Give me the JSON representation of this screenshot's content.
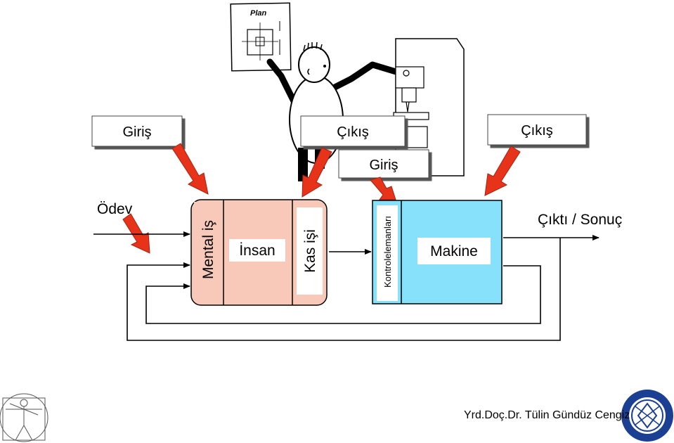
{
  "labels": {
    "input_left": "Giriş",
    "output_mid": "Çıkış",
    "output_right": "Çıkış",
    "input_machine": "Giriş",
    "task": "Ödev",
    "result": "Çıktı / Sonuç",
    "mental_work": "Mental iş",
    "human": "İnsan",
    "muscle_work": "Kas işi",
    "controls": "Kontrolelemanları",
    "machine": "Makine",
    "plan": "Plan"
  },
  "colors": {
    "human_fill": "#f8c9b8",
    "machine_fill": "#88e1fb",
    "arrow_red": "#e8331b"
  },
  "footer": {
    "author": "Yrd.Doç.Dr. Tülin Gündüz Cengiz"
  }
}
